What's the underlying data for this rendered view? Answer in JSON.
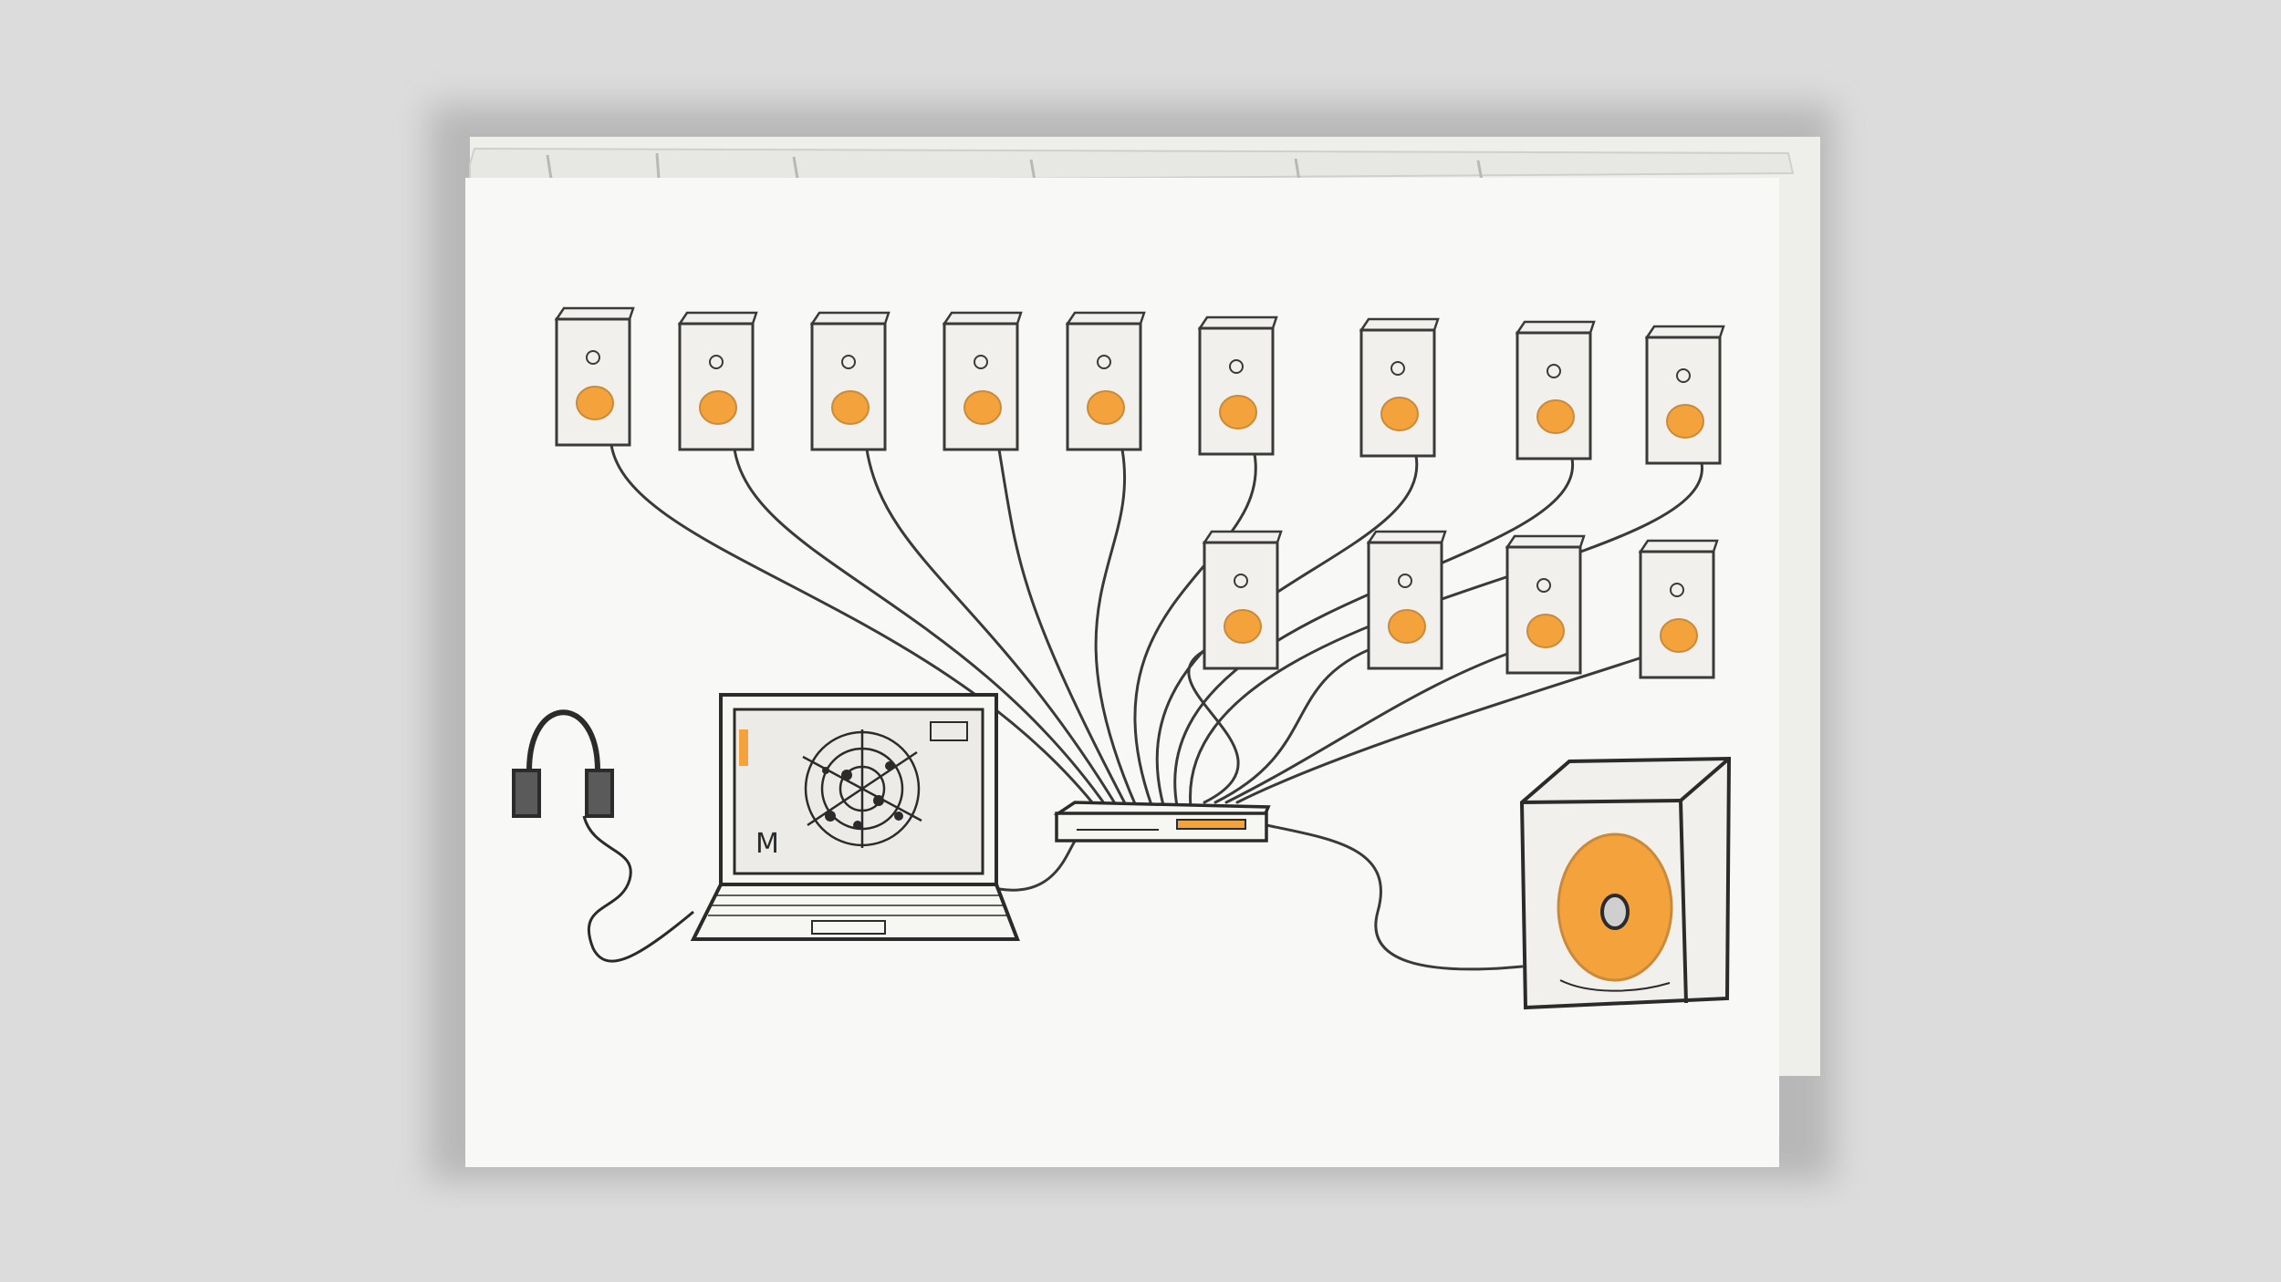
{
  "colors": {
    "table": "#dcdcdc",
    "paper": "#f8f8f6",
    "paper_edge": "#e9e9e6",
    "ink": "#2b2b2b",
    "pencil": "#3a3a3a",
    "speaker_fill": "#f1f0ec",
    "cone": "#f4a23c",
    "cone_light": "#f7b65a",
    "screen": "#ecebe7"
  },
  "icons": {
    "speaker": "speaker-icon",
    "subwoofer": "subwoofer-icon",
    "laptop": "laptop-icon",
    "headphones": "headphones-icon",
    "audio_interface": "audio-interface-icon"
  },
  "diagram": {
    "speaker_top_row_count": 9,
    "speaker_bottom_row_count": 4,
    "subwoofer_count": 1,
    "laptop_screen_letter": "M"
  }
}
